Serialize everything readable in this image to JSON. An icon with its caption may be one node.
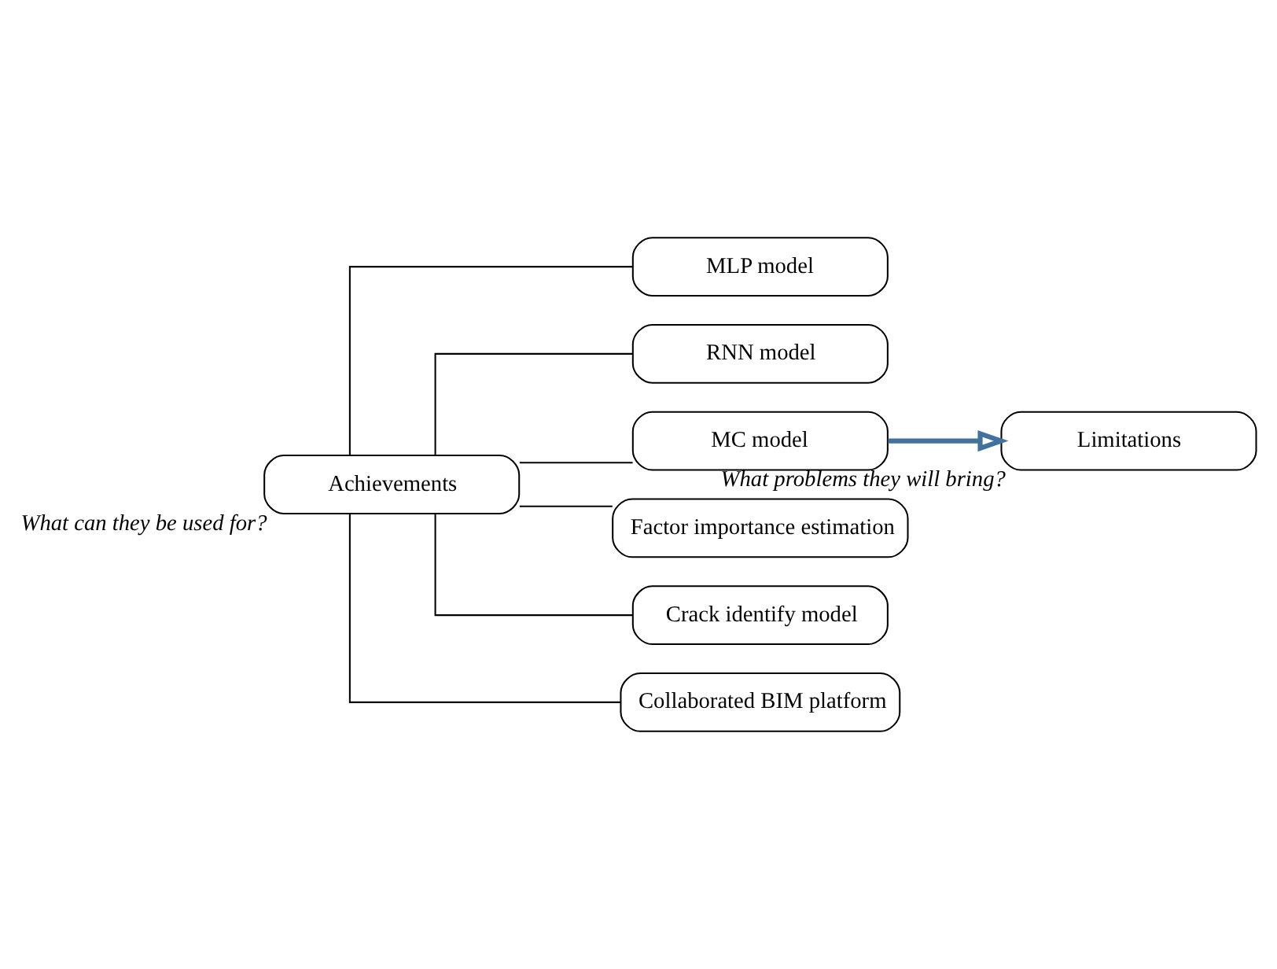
{
  "diagram": {
    "nodes": [
      {
        "text": [
          "Achievements"
        ],
        "beside": [
          "What can they be used for?"
        ]
      },
      {
        "text": [
          "MLP model"
        ]
      },
      {
        "text": [
          "RNN model"
        ]
      },
      {
        "text": [
          "MC model"
        ]
      },
      {
        "text": [
          "Factor importance estimation"
        ]
      },
      {
        "text": [
          "Crack identify model"
        ]
      },
      {
        "text": [
          "Collaborated BIM platform"
        ]
      },
      {
        "text": [
          "Limitations"
        ],
        "beside": [
          "What problems they will bring?"
        ]
      }
    ],
    "edges": [
      {
        "from": 0,
        "to": 1,
        "arrow": "none"
      },
      {
        "from": 0,
        "to": 2,
        "arrow": "none"
      },
      {
        "from": 0,
        "to": 3,
        "arrow": "none"
      },
      {
        "from": 0,
        "to": 4,
        "arrow": "none"
      },
      {
        "from": 0,
        "to": 5,
        "arrow": "none"
      },
      {
        "from": 0,
        "to": 6,
        "arrow": "none"
      },
      {
        "from": 3,
        "to": 7,
        "arrow": "to",
        "style": "thick",
        "color": "#41719c"
      }
    ]
  }
}
